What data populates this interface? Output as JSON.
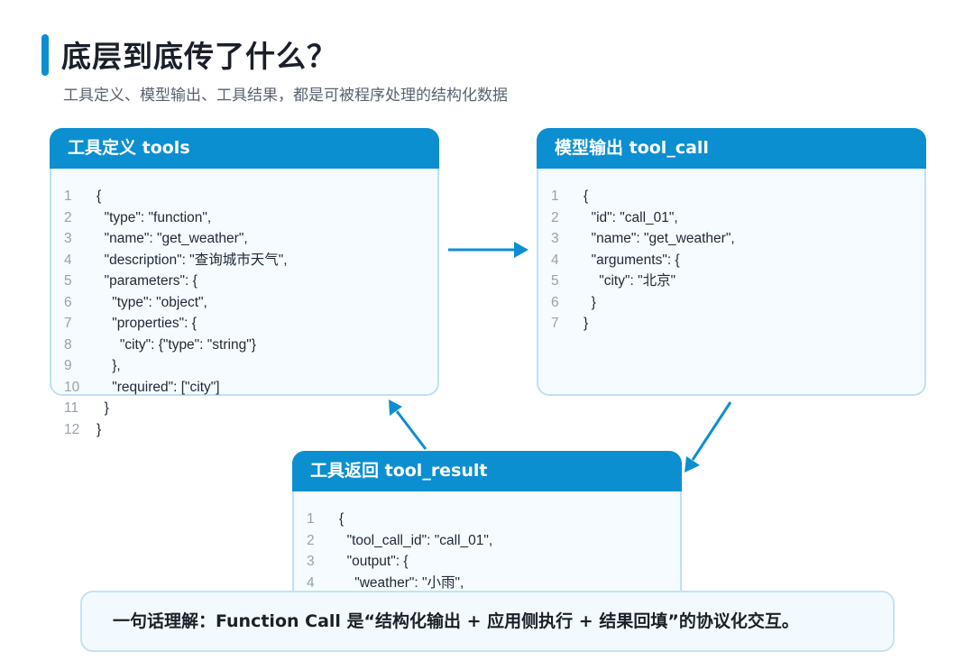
{
  "header": {
    "title": "底层到底传了什么？",
    "subtitle": "工具定义、模型输出、工具结果，都是可被程序处理的结构化数据"
  },
  "cards": {
    "tools": {
      "title": "工具定义 tools",
      "lines": [
        {
          "n": "1",
          "t": "{"
        },
        {
          "n": "2",
          "t": "  \"type\": \"function\","
        },
        {
          "n": "3",
          "t": "  \"name\": \"get_weather\","
        },
        {
          "n": "4",
          "t": "  \"description\": \"查询城市天气\","
        },
        {
          "n": "5",
          "t": "  \"parameters\": {"
        },
        {
          "n": "6",
          "t": "    \"type\": \"object\","
        },
        {
          "n": "7",
          "t": "    \"properties\": {"
        },
        {
          "n": "8",
          "t": "      \"city\": {\"type\": \"string\"}"
        },
        {
          "n": "9",
          "t": "    },"
        },
        {
          "n": "10",
          "t": "    \"required\": [\"city\"]"
        },
        {
          "n": "11",
          "t": "  }"
        },
        {
          "n": "12",
          "t": "}"
        }
      ]
    },
    "tool_call": {
      "title": "模型输出 tool_call",
      "lines": [
        {
          "n": "1",
          "t": "{"
        },
        {
          "n": "2",
          "t": "  \"id\": \"call_01\","
        },
        {
          "n": "3",
          "t": "  \"name\": \"get_weather\","
        },
        {
          "n": "4",
          "t": "  \"arguments\": {"
        },
        {
          "n": "5",
          "t": "    \"city\": \"北京\""
        },
        {
          "n": "6",
          "t": "  }"
        },
        {
          "n": "7",
          "t": "}"
        }
      ]
    },
    "tool_result": {
      "title": "工具返回 tool_result",
      "lines": [
        {
          "n": "1",
          "t": "{"
        },
        {
          "n": "2",
          "t": "  \"tool_call_id\": \"call_01\","
        },
        {
          "n": "3",
          "t": "  \"output\": {"
        },
        {
          "n": "4",
          "t": "    \"weather\": \"小雨\","
        }
      ]
    }
  },
  "summary": "一句话理解：Function Call 是“结构化输出 + 应用侧执行 + 结果回填”的协议化交互。",
  "colors": {
    "accent": "#0b8fd0",
    "card_border": "#bfe0f2",
    "card_bg": "#f5fbff"
  }
}
